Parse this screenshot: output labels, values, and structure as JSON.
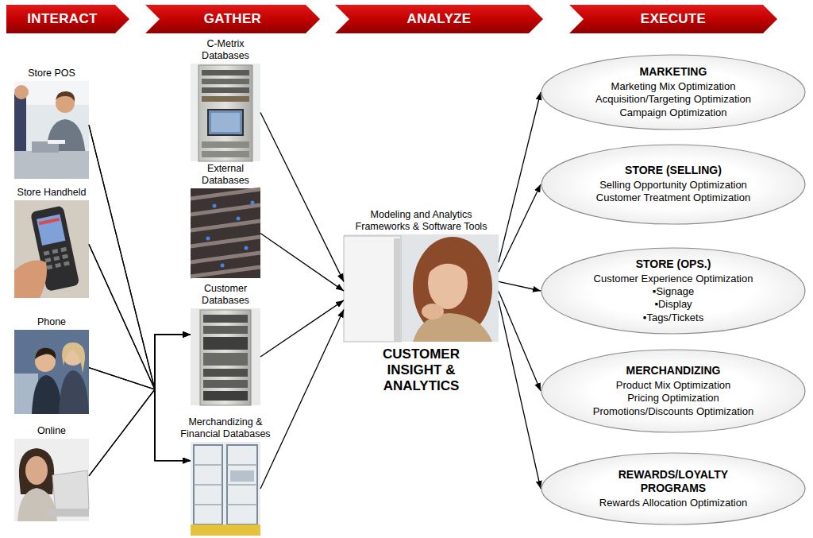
{
  "diagram": {
    "nodes": [
      {
        "text": [
          "INTERACT"
        ]
      },
      {
        "text": [
          "GATHER"
        ]
      },
      {
        "text": [
          "ANALYZE"
        ]
      },
      {
        "text": [
          "EXECUTE"
        ]
      },
      {
        "text": [
          "Store POS"
        ]
      },
      {
        "text": [
          "Store Handheld"
        ]
      },
      {
        "text": [
          "Phone"
        ]
      },
      {
        "text": [
          "Online"
        ]
      },
      {
        "text": [
          "C-Metrix Databases"
        ]
      },
      {
        "text": [
          "External Databases"
        ]
      },
      {
        "text": [
          "Customer Databases"
        ]
      },
      {
        "text": [
          "Merchandizing & Financial Databases"
        ]
      },
      {
        "text": [
          "Modeling and Analytics Frameworks & Software Tools",
          "CUSTOMER INSIGHT & ANALYTICS"
        ]
      },
      {
        "text": [
          "MARKETING",
          "Marketing Mix Optimization",
          "Acquisition/Targeting Optimization",
          "Campaign Optimization"
        ]
      },
      {
        "text": [
          "STORE (SELLING)",
          "Selling Opportunity Optimization",
          "Customer Treatment Optimization"
        ]
      },
      {
        "text": [
          "STORE (OPS.)",
          "Customer Experience Optimization",
          "▪Signage",
          "▪Display",
          "▪Tags/Tickets"
        ]
      },
      {
        "text": [
          "MERCHANDIZING",
          "Product Mix Optimization",
          "Pricing Optimization",
          "Promotions/Discounts Optimization"
        ]
      },
      {
        "text": [
          "REWARDS/LOYALTY PROGRAMS",
          "Rewards Allocation Optimization"
        ]
      }
    ],
    "edges": [
      {
        "from": 4,
        "to": 10,
        "arrow": "to"
      },
      {
        "from": 4,
        "to": 11,
        "arrow": "to"
      },
      {
        "from": 5,
        "to": 10,
        "arrow": "to"
      },
      {
        "from": 5,
        "to": 11,
        "arrow": "to"
      },
      {
        "from": 6,
        "to": 10,
        "arrow": "to"
      },
      {
        "from": 6,
        "to": 11,
        "arrow": "to"
      },
      {
        "from": 7,
        "to": 10,
        "arrow": "to"
      },
      {
        "from": 7,
        "to": 11,
        "arrow": "to"
      },
      {
        "from": 8,
        "to": 12,
        "arrow": "to"
      },
      {
        "from": 9,
        "to": 12,
        "arrow": "to"
      },
      {
        "from": 10,
        "to": 12,
        "arrow": "to"
      },
      {
        "from": 11,
        "to": 12,
        "arrow": "to"
      },
      {
        "from": 12,
        "to": 13,
        "arrow": "to"
      },
      {
        "from": 12,
        "to": 14,
        "arrow": "to"
      },
      {
        "from": 12,
        "to": 15,
        "arrow": "to"
      },
      {
        "from": 12,
        "to": 16,
        "arrow": "to"
      },
      {
        "from": 12,
        "to": 17,
        "arrow": "to"
      }
    ]
  }
}
